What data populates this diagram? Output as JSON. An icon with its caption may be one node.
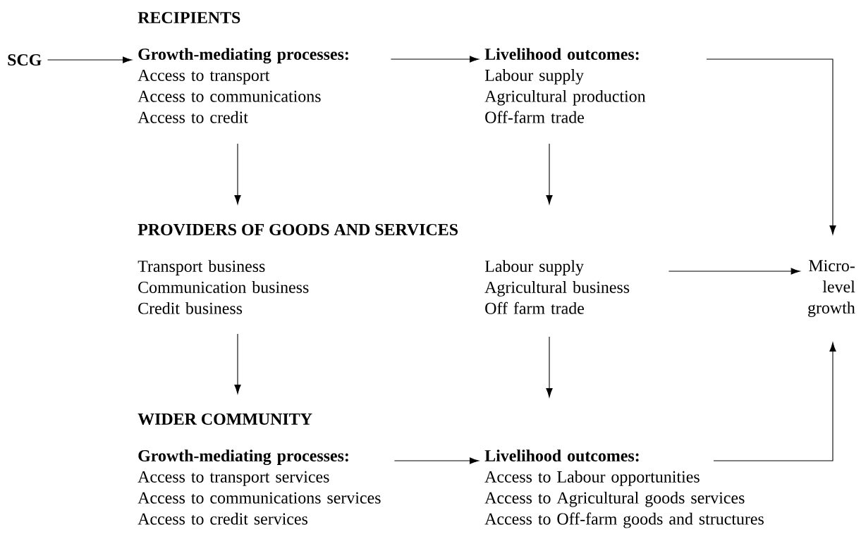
{
  "diagram": {
    "nodes": [
      {
        "text": [
          "SCG"
        ]
      },
      {
        "text": [
          "Growth-mediating processes:",
          "Access to transport",
          "Access to communications",
          "Access to credit"
        ]
      },
      {
        "text": [
          "Livelihood outcomes:",
          "Labour supply",
          "Agricultural production",
          "Off-farm trade"
        ]
      },
      {
        "text": [
          "Transport business",
          "Communication business",
          "Credit business"
        ]
      },
      {
        "text": [
          "Labour supply",
          "Agricultural business",
          "Off farm trade"
        ]
      },
      {
        "text": [
          "Growth-mediating processes:",
          "Access to transport services",
          "Access to communications services",
          "Access to credit services"
        ]
      },
      {
        "text": [
          "Livelihood outcomes:",
          "Access to Labour opportunities",
          "Access to Agricultural goods  services",
          "Access to Off-farm goods and structures"
        ]
      },
      {
        "text": [
          "Micro-level growth"
        ]
      }
    ],
    "edges": [
      {
        "from": 0,
        "to": 1,
        "arrow": "to"
      },
      {
        "from": 1,
        "to": 2,
        "arrow": "to"
      },
      {
        "from": 1,
        "to": 3,
        "arrow": "to"
      },
      {
        "from": 2,
        "to": 4,
        "arrow": "to"
      },
      {
        "from": 2,
        "to": 7,
        "arrow": "to"
      },
      {
        "from": 4,
        "to": 7,
        "arrow": "to"
      },
      {
        "from": 3,
        "to": 5,
        "arrow": "to"
      },
      {
        "from": 4,
        "to": 6,
        "arrow": "to"
      },
      {
        "from": 5,
        "to": 6,
        "arrow": "to"
      },
      {
        "from": 6,
        "to": 7,
        "arrow": "to"
      }
    ],
    "labels": [
      "RECIPIENTS",
      "PROVIDERS OF GOODS AND SERVICES",
      "WIDER COMMUNITY"
    ]
  }
}
